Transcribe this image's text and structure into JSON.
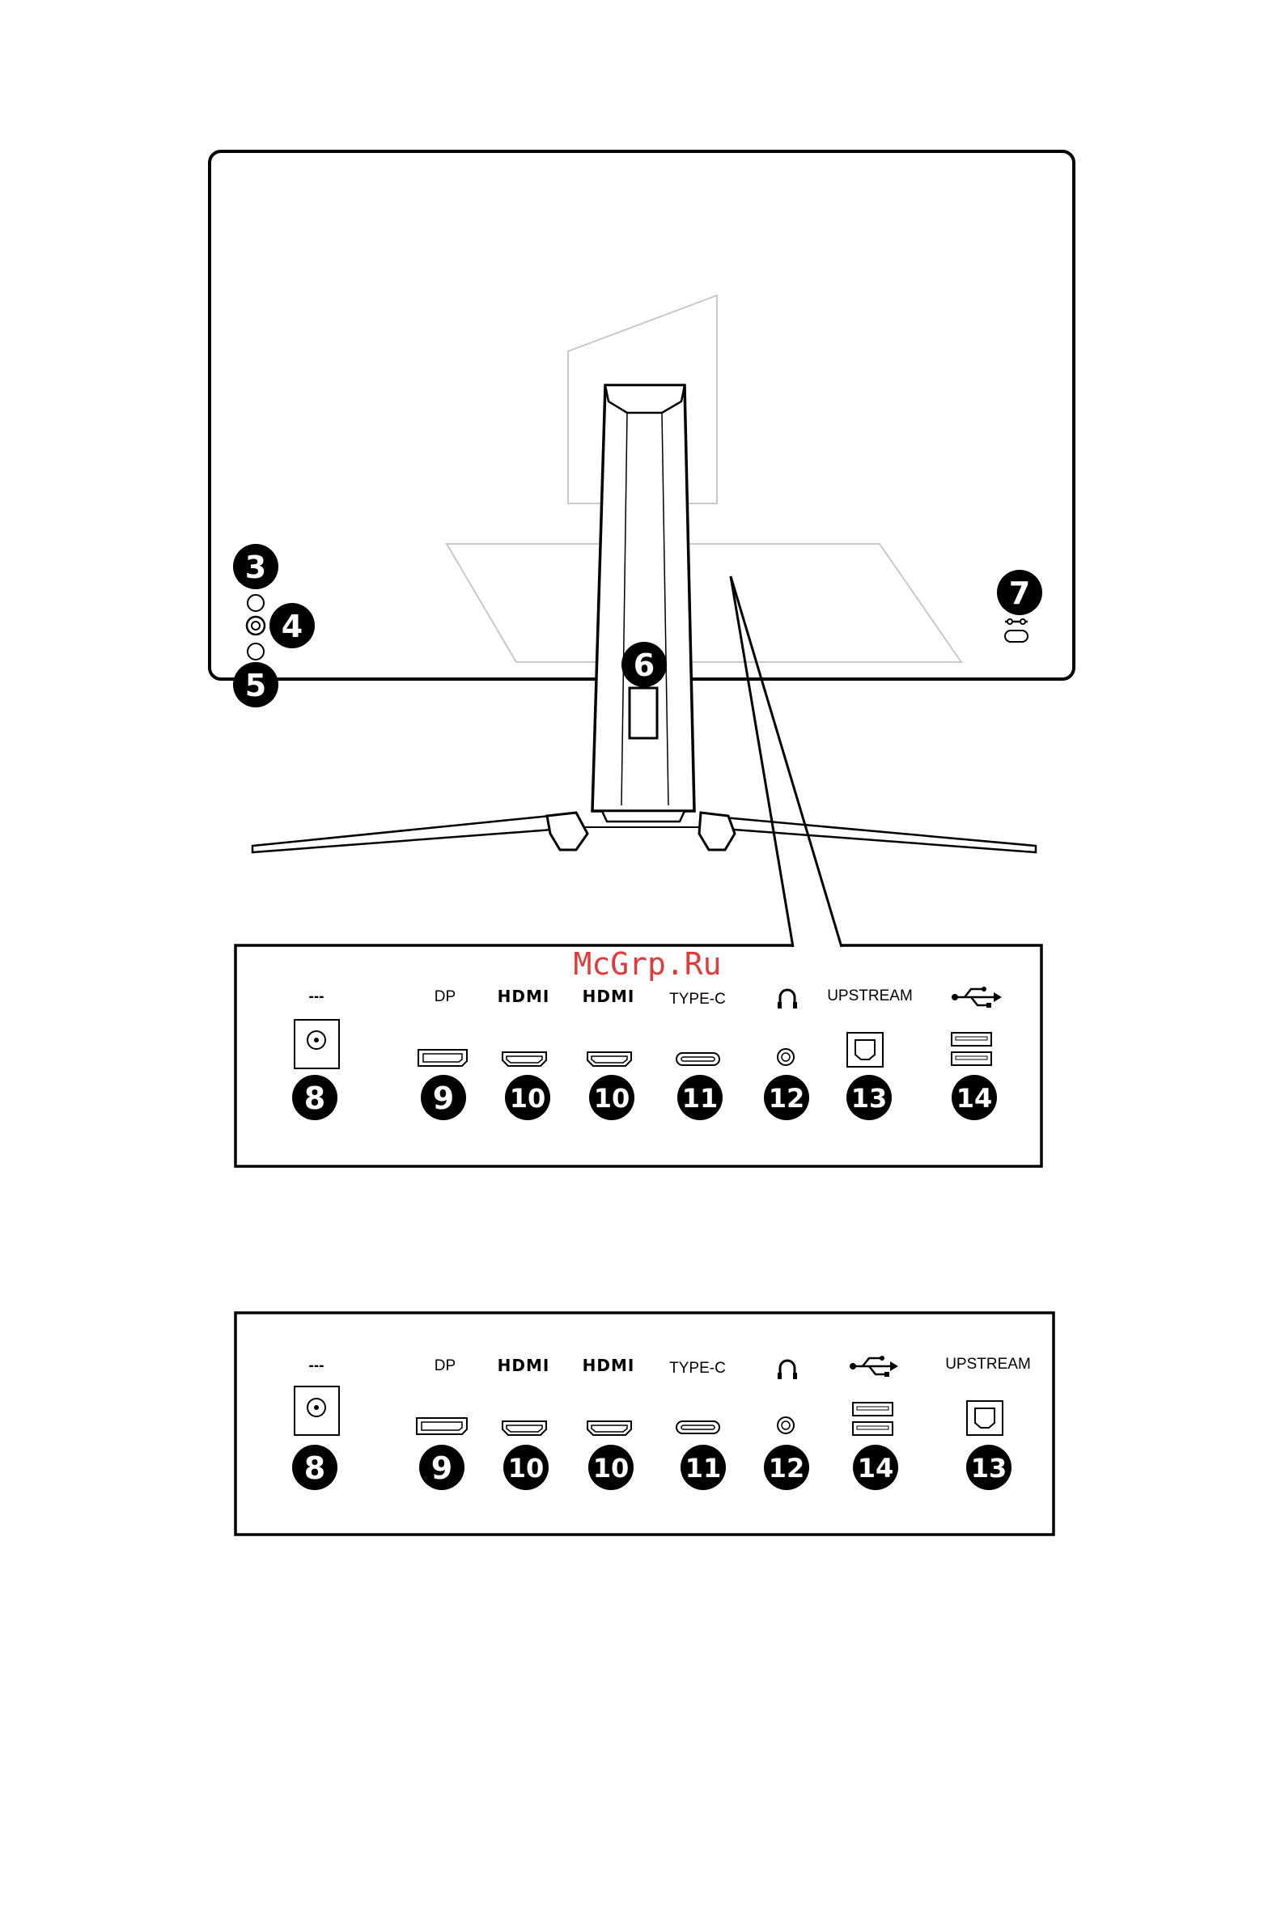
{
  "watermark": "McGrp.Ru",
  "colors": {
    "callout_fill": "#000000",
    "callout_text": "#ffffff",
    "line": "#000000",
    "ghost": "#c9c9c9",
    "watermark": "#e23a3a"
  },
  "callouts": {
    "c3": "3",
    "c4": "4",
    "c5": "5",
    "c6": "6",
    "c7": "7"
  },
  "panel1": {
    "labels": {
      "dc": "---",
      "dp": "DP",
      "hdmi1": "HDMI",
      "hdmi2": "HDMI",
      "typec": "TYPE-C",
      "upstream": "UPSTREAM"
    },
    "numbers": {
      "dc": "8",
      "dp": "9",
      "hdmi1": "10",
      "hdmi2": "10",
      "typec": "11",
      "audio": "12",
      "upstream": "13",
      "usb": "14"
    }
  },
  "panel2": {
    "labels": {
      "dc": "---",
      "dp": "DP",
      "hdmi1": "HDMI",
      "hdmi2": "HDMI",
      "typec": "TYPE-C",
      "upstream": "UPSTREAM"
    },
    "numbers": {
      "dc": "8",
      "dp": "9",
      "hdmi1": "10",
      "hdmi2": "10",
      "typec": "11",
      "audio": "12",
      "usb": "14",
      "upstream": "13"
    }
  },
  "icons": [
    "dc-power-icon",
    "headphone-icon",
    "usb-icon",
    "kensington-lock-icon",
    "joystick-icon"
  ]
}
